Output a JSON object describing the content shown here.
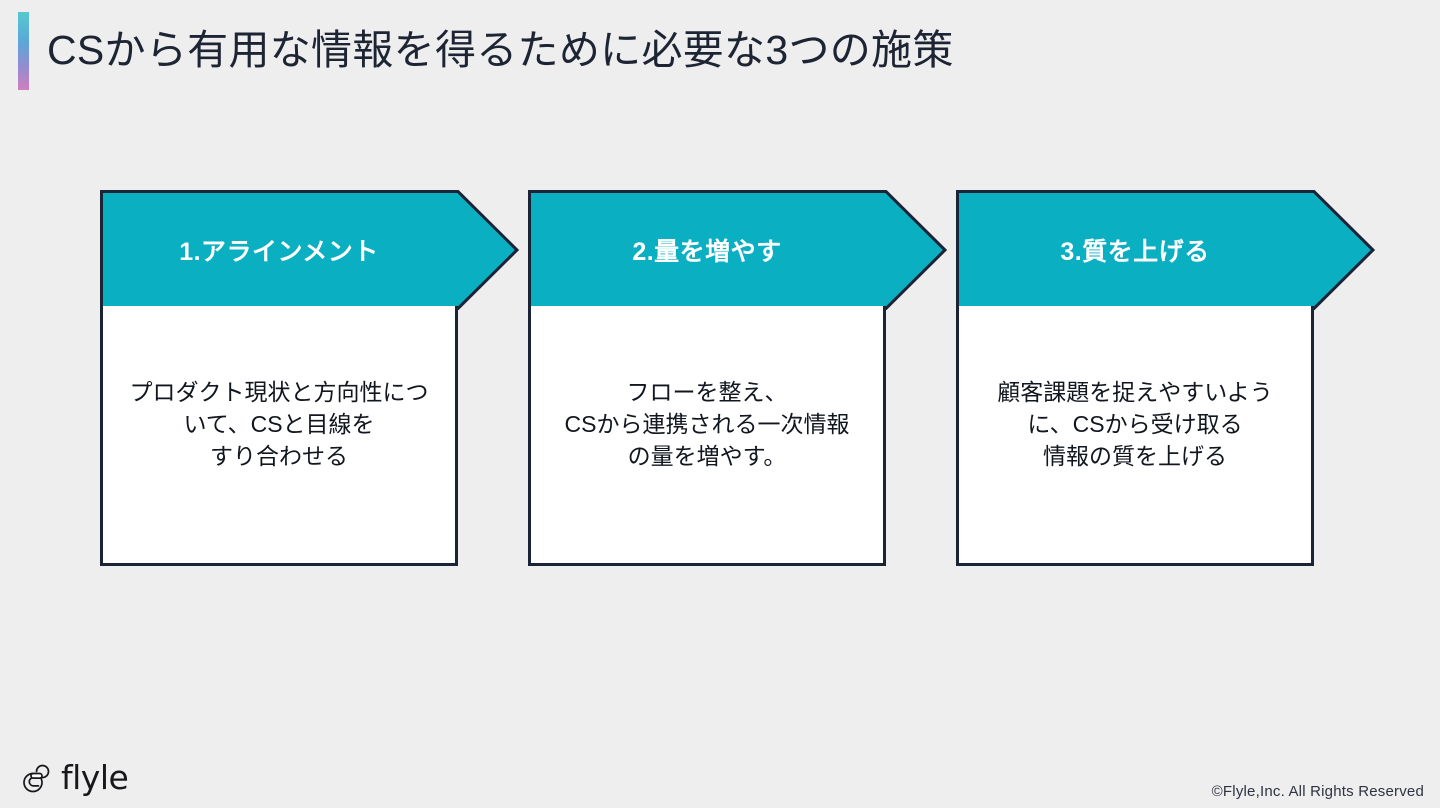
{
  "slide": {
    "background_color": "#eeeeee",
    "title": "CSから有用な情報を得るために必要な3つの施策",
    "accent_bar": {
      "gradient_top_color": "#56c8cf",
      "gradient_bottom_color": "#cf7fc0"
    },
    "theme": {
      "chevron_fill": "#0aafc2",
      "chevron_border": "#1b2437",
      "text_color": "#1d2433"
    }
  },
  "steps": [
    {
      "number": "1",
      "heading": "1.アラインメント",
      "body": "プロダクト現状と方向性につ\nいて、CSと目線を\nすり合わせる"
    },
    {
      "number": "2",
      "heading": "2.量を増やす",
      "body": "フローを整え、\nCSから連携される一次情報\nの量を増やす。"
    },
    {
      "number": "3",
      "heading": "3.質を上げる",
      "body": "顧客課題を捉えやすいよう\nに、CSから受け取る\n情報の質を上げる"
    }
  ],
  "footer": {
    "logo_text": "flyle",
    "logo_mark_name": "flyle-logo-mark",
    "copyright": "©Flyle,Inc. All Rights Reserved"
  }
}
